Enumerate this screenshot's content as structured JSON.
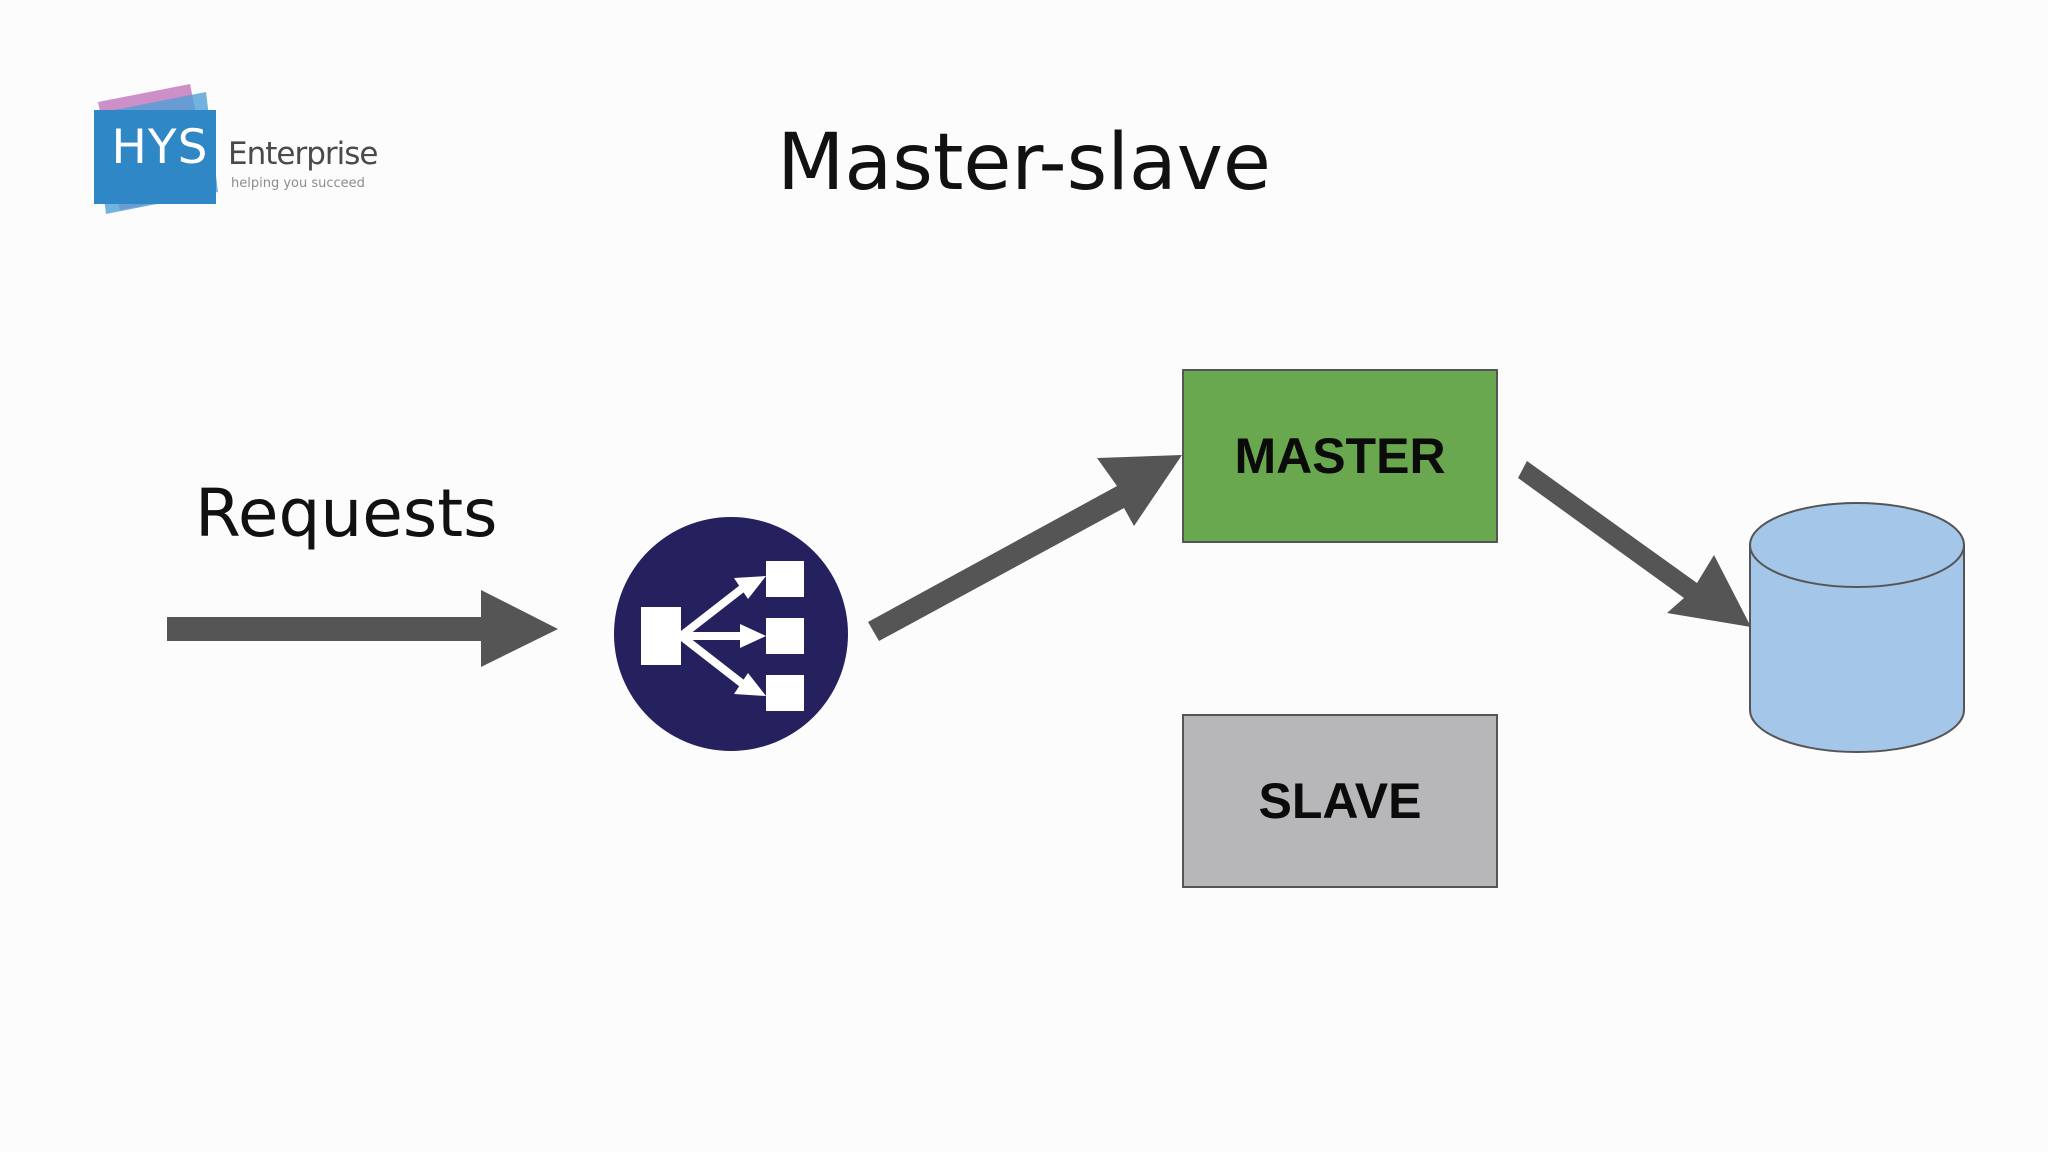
{
  "slide": {
    "title": "Master-slave"
  },
  "logo": {
    "brand": "HYS",
    "name": "Enterprise",
    "tagline": "helping you succeed"
  },
  "diagram": {
    "requests_label": "Requests",
    "master_label": "MASTER",
    "slave_label": "SLAVE",
    "load_balancer_icon": "load-balancer-icon",
    "database_icon": "database-cylinder-icon"
  },
  "colors": {
    "master": "#6aa84f",
    "slave": "#b7b6b8",
    "database": "#a4c6e9",
    "load_balancer": "#25215f",
    "arrow": "#555555",
    "logo_blue": "#2f87c6",
    "logo_pink": "#c47bbd"
  }
}
